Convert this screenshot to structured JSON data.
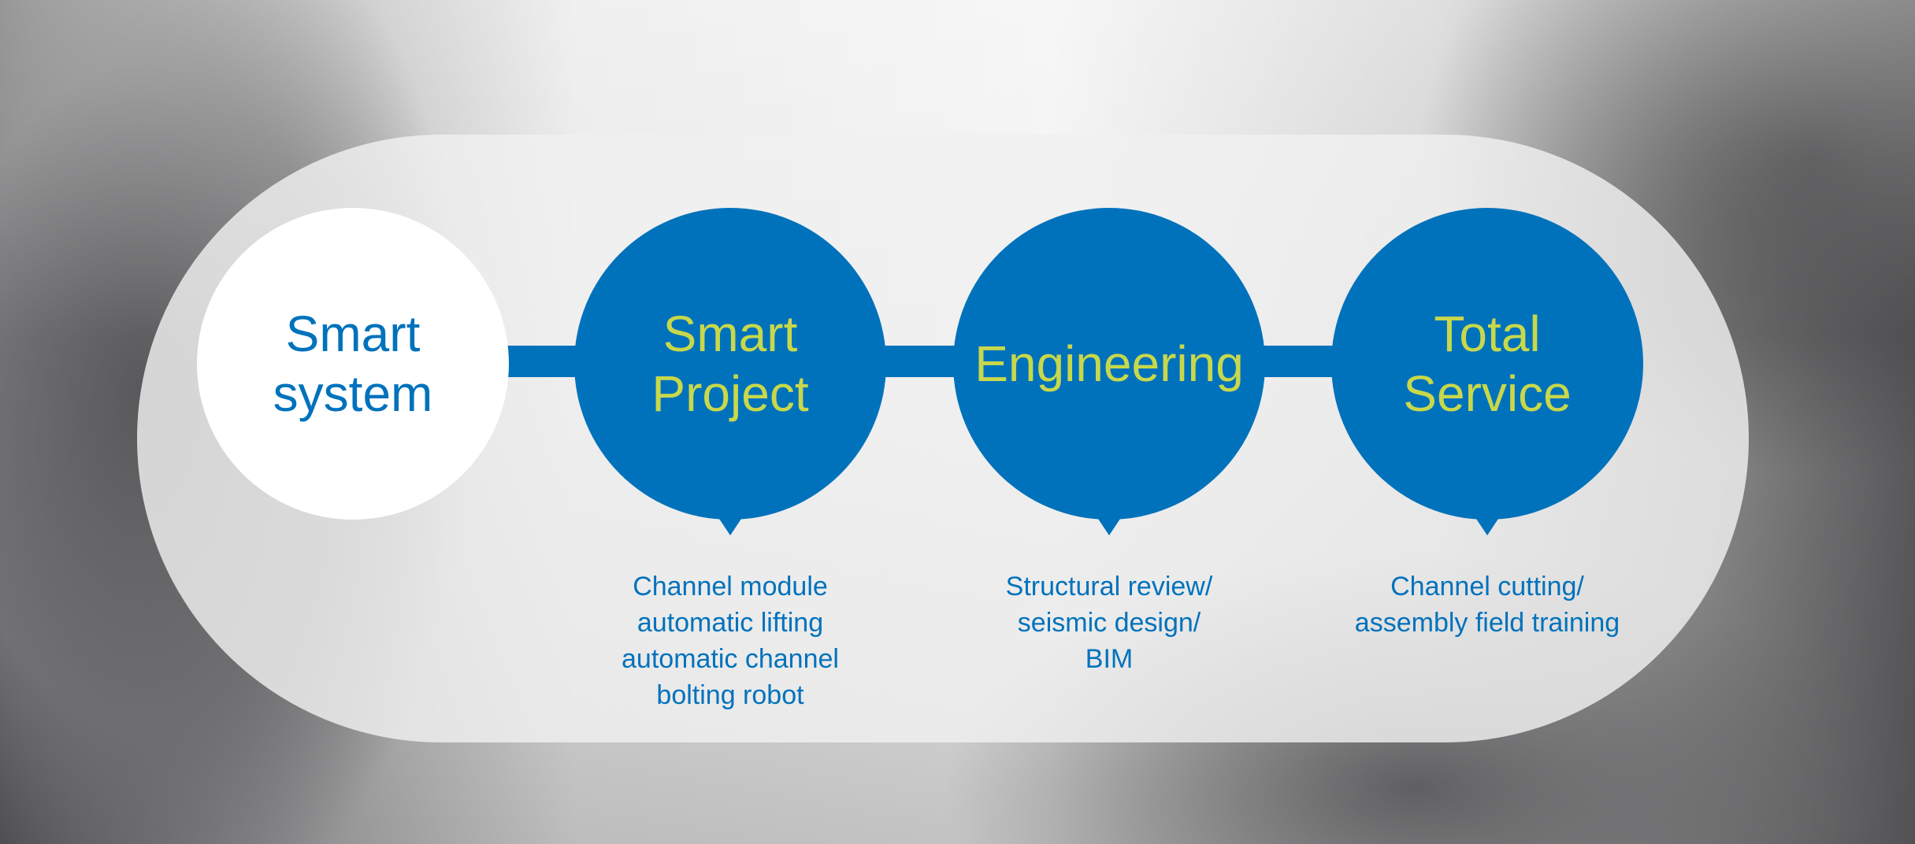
{
  "colors": {
    "blue": "#0072bc",
    "accent": "#c8d84a",
    "white": "#ffffff"
  },
  "hub": {
    "line1": "Smart",
    "line2": "system"
  },
  "steps": [
    {
      "line1": "Smart",
      "line2": "Project",
      "desc": [
        "Channel module",
        "automatic lifting",
        "automatic channel",
        "bolting robot"
      ]
    },
    {
      "line1": "Engineering",
      "line2": "",
      "desc": [
        "Structural review/",
        "seismic design/",
        "BIM"
      ]
    },
    {
      "line1": "Total",
      "line2": "Service",
      "desc": [
        "Channel cutting/",
        "assembly field training"
      ]
    }
  ]
}
